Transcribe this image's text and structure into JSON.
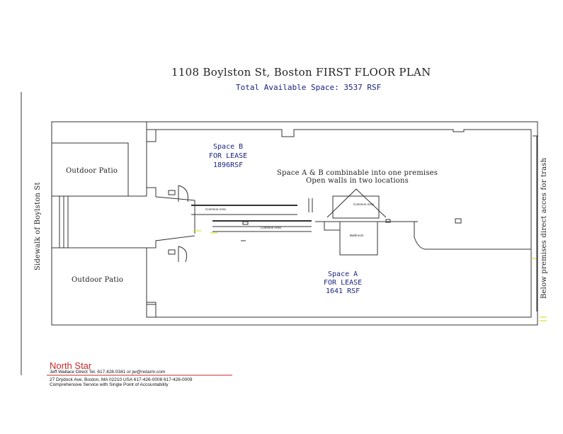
{
  "title": "1108 Boylston St, Boston FIRST FLOOR PLAN",
  "subtitle": "Total Available Space: 3537 RSF",
  "colors": {
    "blue_text": "#1a237e",
    "brand_red": "#c62828",
    "yellow_marker": "#d4d800"
  },
  "spaces": {
    "space_b": {
      "name": "Space B",
      "status": "FOR LEASE",
      "size": "1896RSF"
    },
    "space_a": {
      "name": "Space A",
      "status": "FOR LEASE",
      "size": "1641 RSF"
    }
  },
  "notes": {
    "combinable": "Space A & B combinable into one premises",
    "open_walls": "Open walls in two locations"
  },
  "areas": {
    "outdoor_patio_top": "Outdoor Patio",
    "outdoor_patio_bottom": "Outdoor Patio",
    "common_area_1": "Common Area",
    "common_area_2": "Common Area",
    "common_area_3": "Common Area",
    "bathroom": "Bathroom"
  },
  "side_labels": {
    "sidewalk": "Sidewalk of Boylston St",
    "trash": "Below premises direct acces for trash"
  },
  "footer": {
    "brand": "North Star",
    "contact": "Jeff Wallace Direct Tel. 617.428.0341 or jw@nstarm.com",
    "address": "27 Drydock Ave, Boston, MA 02210 USA  617-426-0008   617-426-0009",
    "tagline": "Comprehensive Service with Single Point of Accountability"
  }
}
